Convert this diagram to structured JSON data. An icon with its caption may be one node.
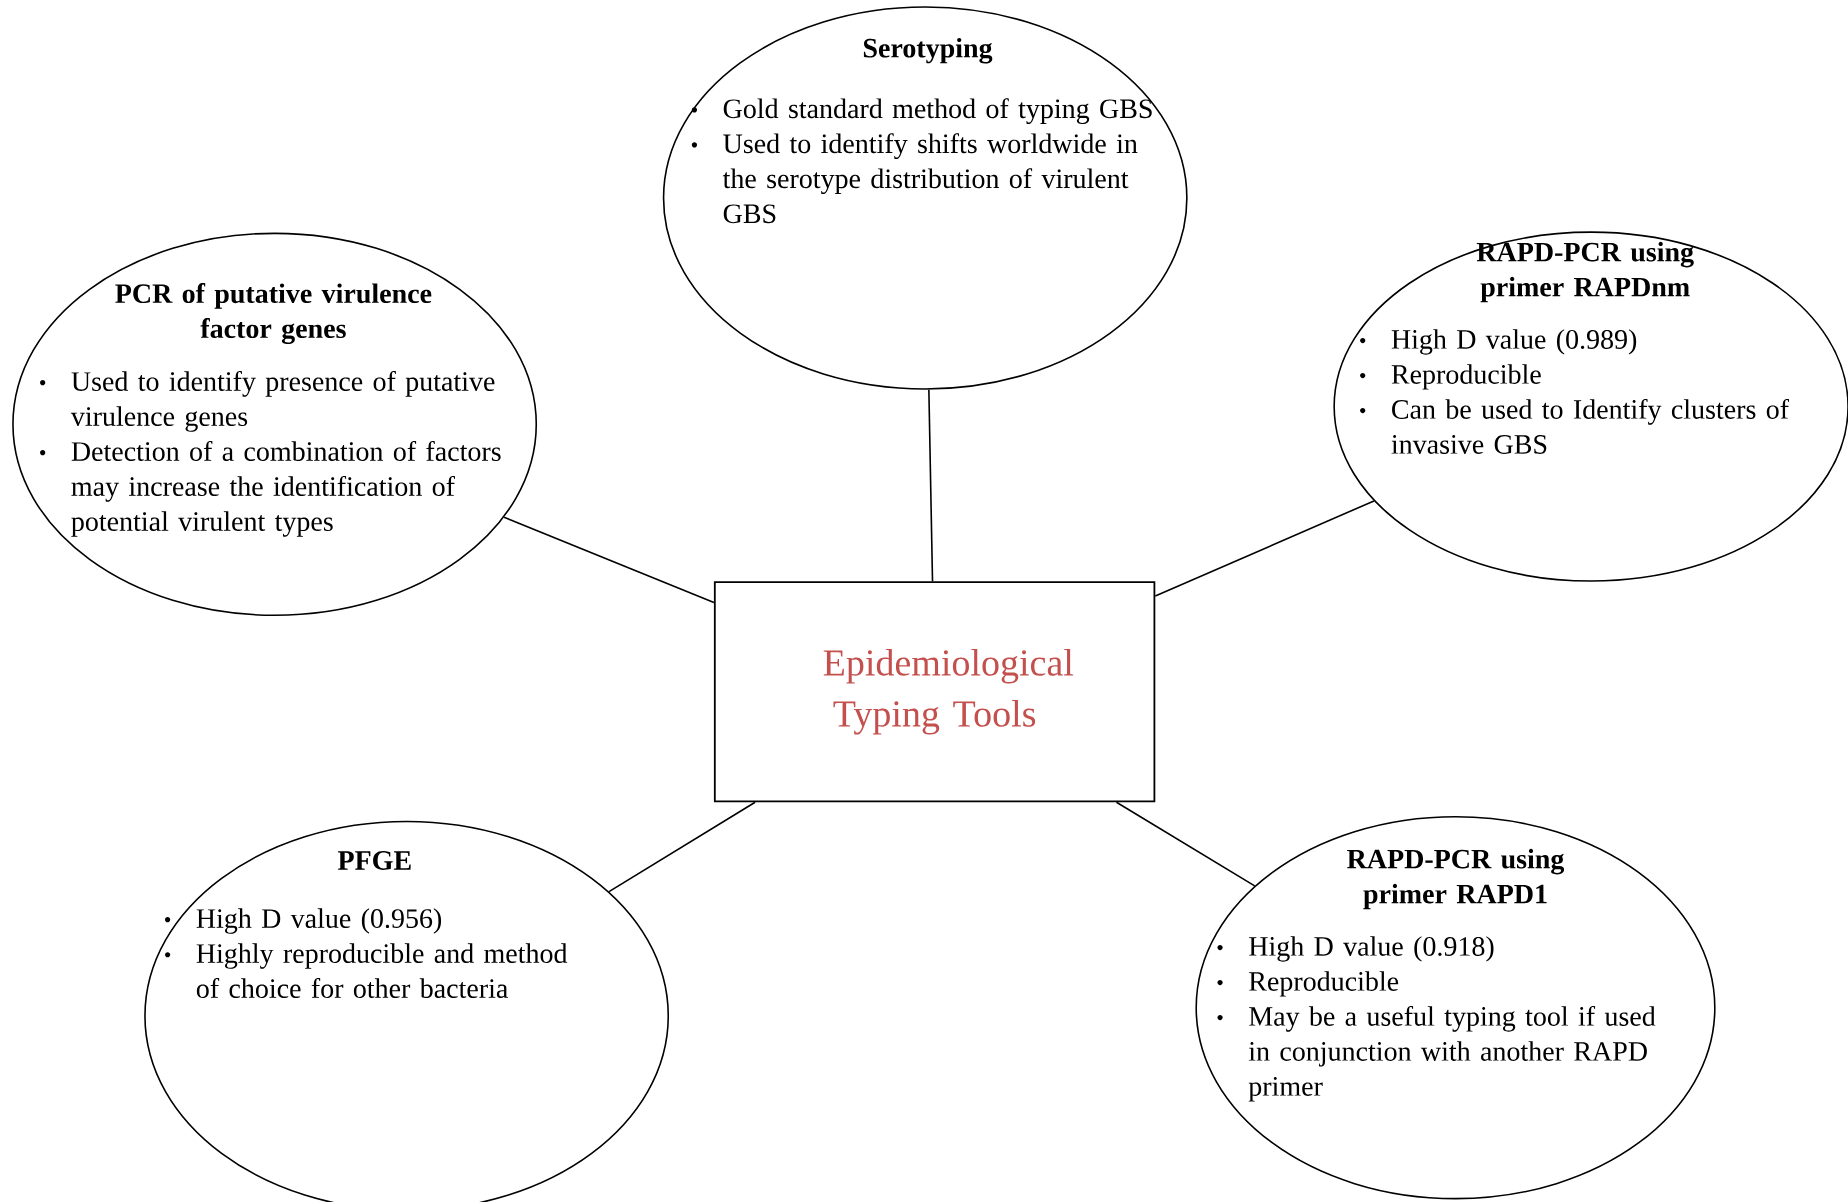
{
  "diagram": {
    "nodes": [
      {
        "text": [
          "Serotyping",
          "Gold standard method of typing GBS",
          "Used to identify shifts worldwide in the serotype distribution of virulent GBS"
        ]
      },
      {
        "text": [
          "PCR of putative virulence factor genes",
          "Used to identify presence of putative virulence genes",
          "Detection of a combination of factors may increase the identification of potential virulent types"
        ]
      },
      {
        "text": [
          "RAPD-PCR using primer RAPDnm",
          "High D value (0.989)",
          "Reproducible",
          "Can be used to Identify clusters of invasive GBS"
        ]
      },
      {
        "text": [
          "Epidemiological Typing Tools"
        ]
      },
      {
        "text": [
          "PFGE",
          "High D value (0.956)",
          "Highly reproducible and method of choice for other bacteria"
        ]
      },
      {
        "text": [
          "RAPD-PCR using primer RAPD1",
          "High D value (0.918)",
          "Reproducible",
          "May be a useful typing tool if used in conjunction with another RAPD primer"
        ]
      }
    ],
    "edges": [
      {
        "from": 3,
        "to": 0,
        "arrow": "none"
      },
      {
        "from": 3,
        "to": 1,
        "arrow": "none"
      },
      {
        "from": 3,
        "to": 2,
        "arrow": "none"
      },
      {
        "from": 3,
        "to": 4,
        "arrow": "none"
      },
      {
        "from": 3,
        "to": 5,
        "arrow": "none"
      }
    ]
  }
}
